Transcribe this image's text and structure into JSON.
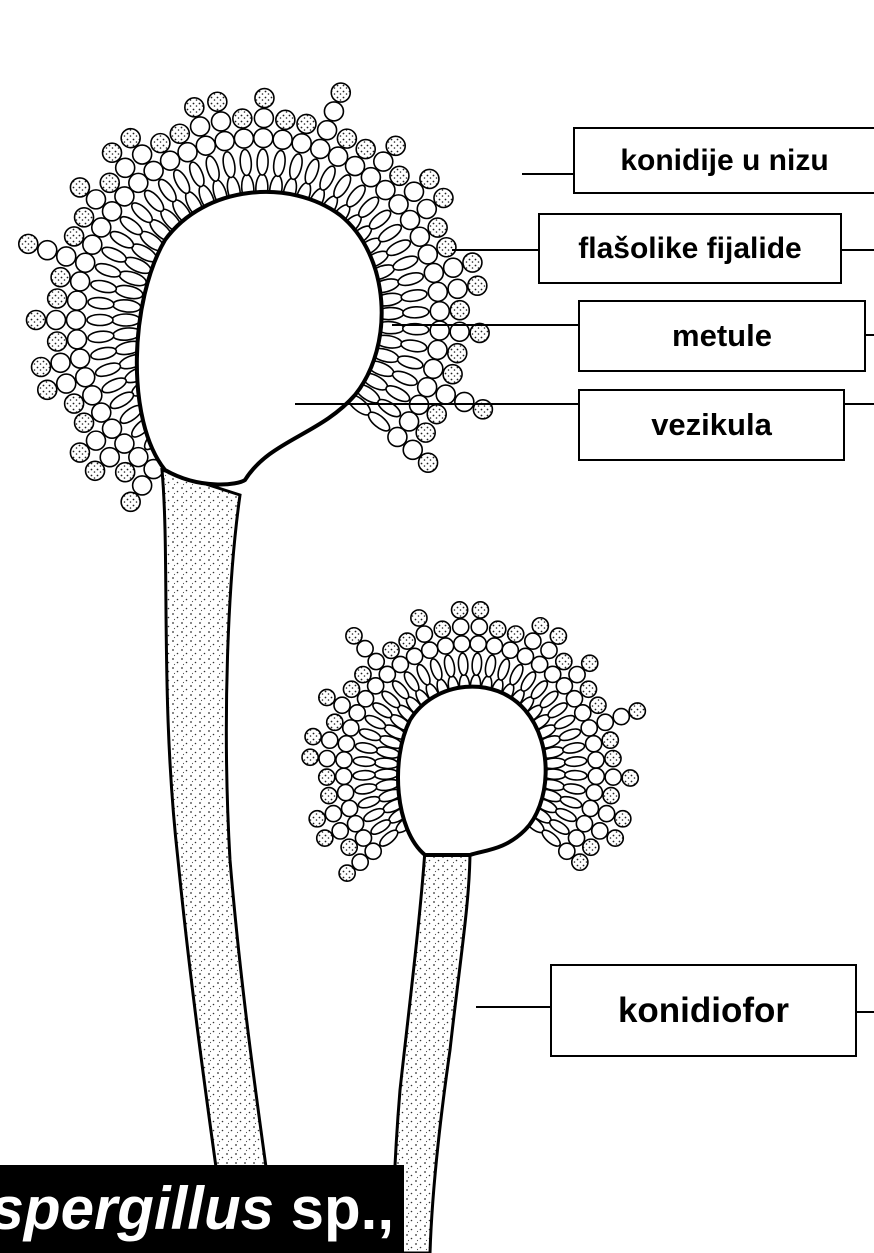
{
  "labels": {
    "konidije": "konidije u nizu",
    "fijalide": "flašolike fijalide",
    "metule": "metule",
    "vezikula": "vezikula",
    "konidiofor": "konidiofor"
  },
  "caption": {
    "genus": "Aspergillus",
    "suffix": " sp.,"
  },
  "colors": {
    "ink": "#000000",
    "paper": "#ffffff",
    "caption_bg": "#000000",
    "caption_text": "#ffffff"
  }
}
